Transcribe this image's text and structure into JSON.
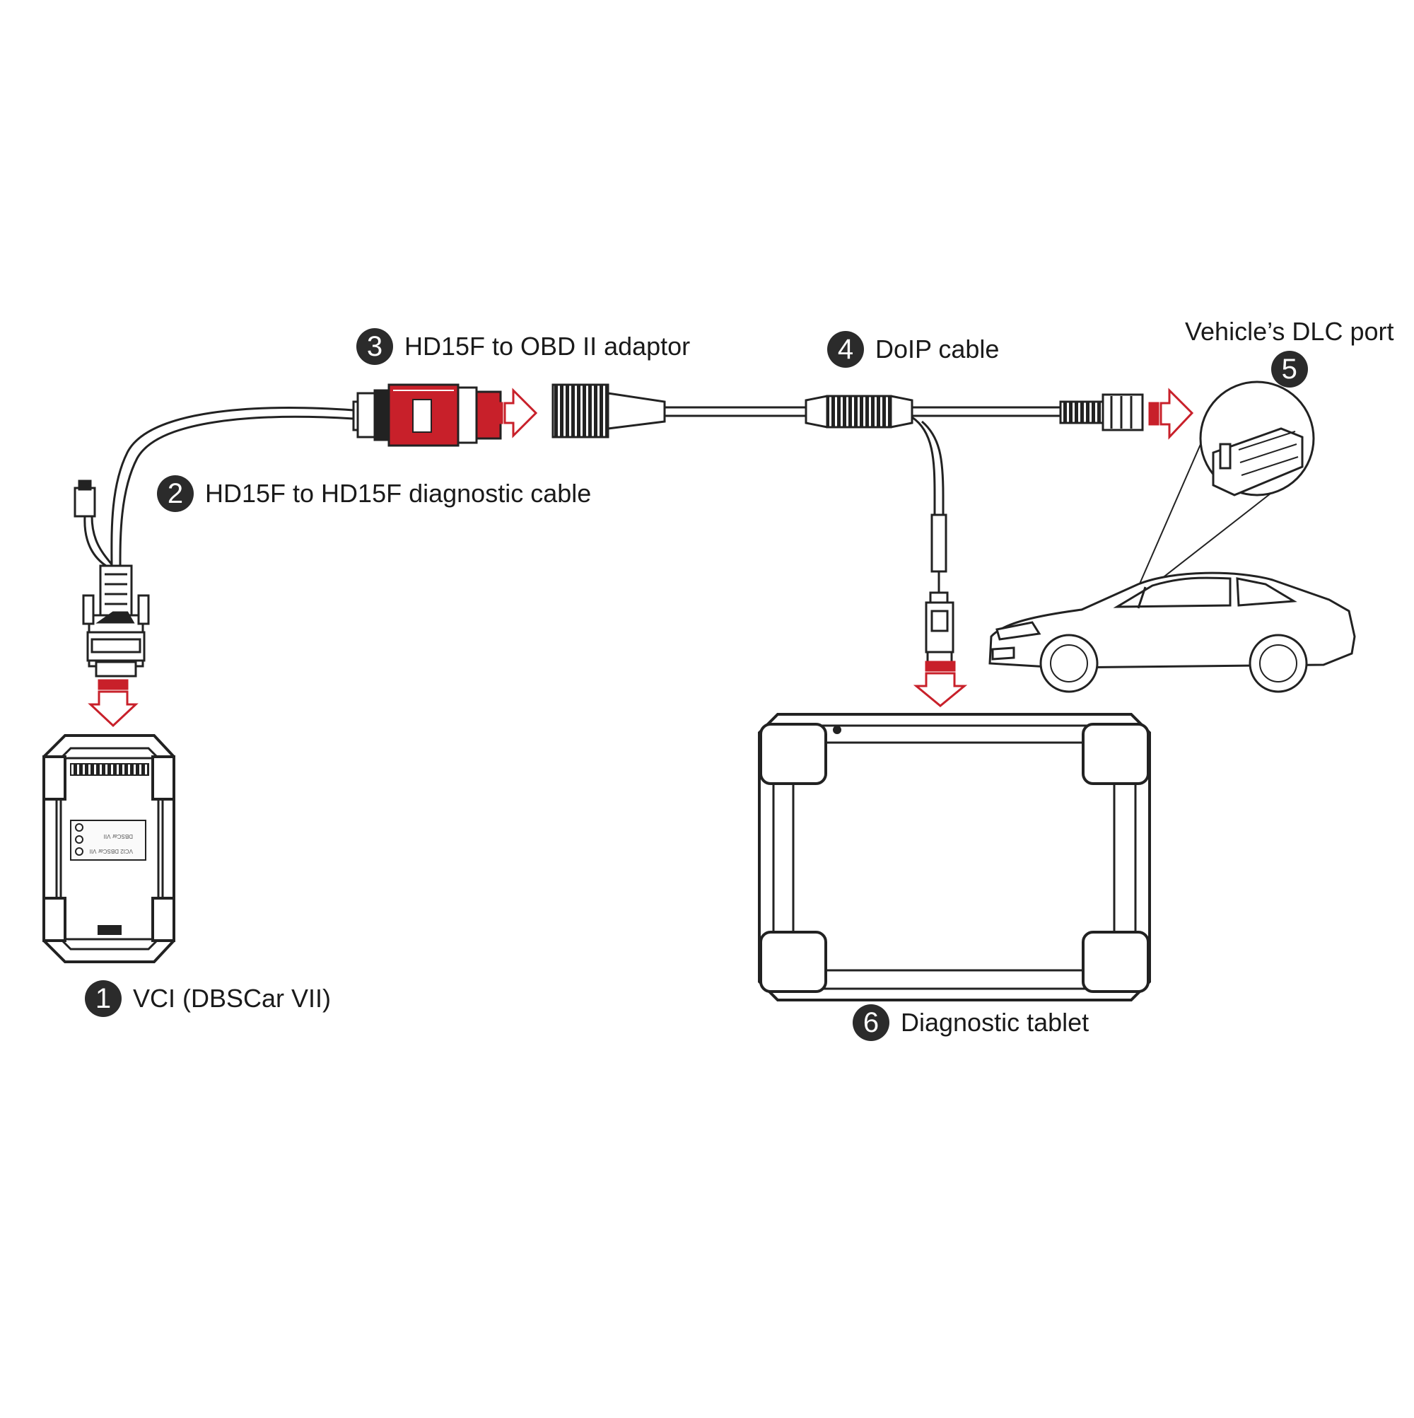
{
  "components": [
    {
      "number": "1",
      "label": "VCI (DBSCar VII)"
    },
    {
      "number": "2",
      "label": "HD15F to HD15F diagnostic cable"
    },
    {
      "number": "3",
      "label": "HD15F to OBD II adaptor"
    },
    {
      "number": "4",
      "label": "DoIP cable"
    },
    {
      "number": "5",
      "label": "Vehicle’s DLC port"
    },
    {
      "number": "6",
      "label": "Diagnostic tablet"
    }
  ],
  "vci_panel": {
    "line1": "DBSCar VII",
    "line2": "VCI2 DBSCar VII"
  },
  "colors": {
    "arrow_red": "#c8202a",
    "outline": "#222222",
    "badge": "#2b2b2b"
  },
  "icons": [
    "vci-device",
    "hd15-connector",
    "obd2-adaptor",
    "doip-cable",
    "usb-plug",
    "car",
    "dlc-port-zoom",
    "tablet"
  ]
}
